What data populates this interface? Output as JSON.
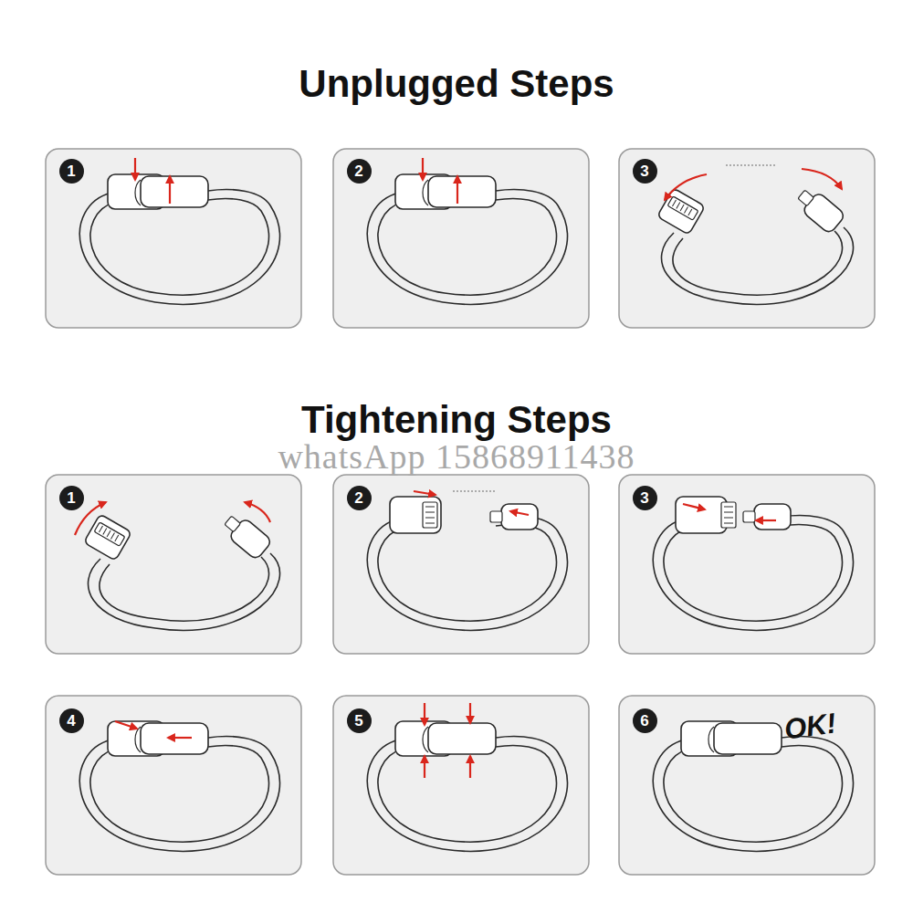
{
  "diagram": {
    "nodes": [
      {
        "text": [
          "1"
        ]
      },
      {
        "text": [
          "2"
        ]
      },
      {
        "text": [
          "3"
        ]
      },
      {
        "text": [
          "1"
        ]
      },
      {
        "text": [
          "2"
        ]
      },
      {
        "text": [
          "3"
        ]
      },
      {
        "text": [
          "4"
        ]
      },
      {
        "text": [
          "5"
        ]
      },
      {
        "text": [
          "6"
        ]
      }
    ],
    "labels": [
      "Unplugged Steps",
      "Tightening Steps",
      "whatsApp 15868911438",
      "OK!"
    ]
  }
}
